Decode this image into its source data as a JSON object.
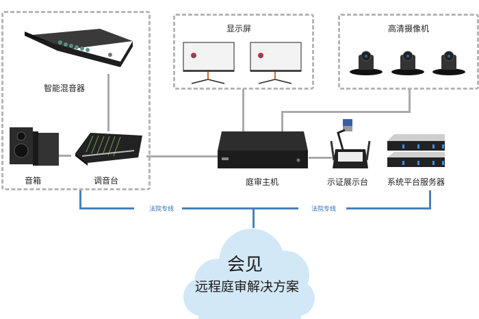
{
  "groups": {
    "audio": {
      "label": "智能混音器"
    },
    "display": {
      "label": "显示屏"
    },
    "cameras": {
      "label": "高清摄像机"
    }
  },
  "devices": {
    "speaker": {
      "label": "音箱"
    },
    "mixer_console": {
      "label": "调音台"
    },
    "host": {
      "label": "庭审主机"
    },
    "visualizer": {
      "label": "示证展示台"
    },
    "server": {
      "label": "系统平台服务器"
    }
  },
  "links": {
    "left": "法院专线",
    "right": "法院专线"
  },
  "cloud": {
    "title": "会见",
    "subtitle": "远程庭审解决方案"
  },
  "colors": {
    "dashed_border": "#b5b5b5",
    "cable_gray": "#a9a9a9",
    "court_line_blue": "#4a7fb8",
    "cloud_fill": "#d3e8f6"
  }
}
